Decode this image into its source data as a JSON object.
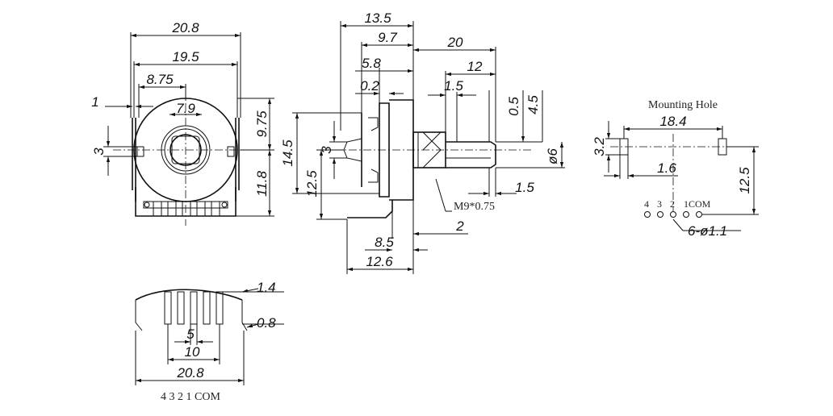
{
  "front_view": {
    "dims": {
      "width_overall": "20.8",
      "width_mount": "19.5",
      "offset_left": "8.75",
      "shaft_flat": "7.9",
      "tab_offset": "1",
      "tab_height": "3",
      "top_height": "9.75",
      "bottom_height": "11.8"
    }
  },
  "side_view": {
    "dims": {
      "d13_5": "13.5",
      "d9_7": "9.7",
      "d5_8": "5.8",
      "d0_2": "0.2",
      "d20": "20",
      "d12": "12",
      "d1_5_top": "1.5",
      "d0_5": "0.5",
      "d4_5": "4.5",
      "d14_5": "14.5",
      "d3": "3",
      "d12_5": "12.5",
      "d6": "ø6",
      "d1_5_bottom": "1.5",
      "thread": "M9*0.75",
      "d2": "2",
      "d8_5": "8.5",
      "d12_6": "12.6"
    }
  },
  "mounting_hole": {
    "title": "Mounting Hole",
    "dims": {
      "d18_4": "18.4",
      "d3_2": "3.2",
      "d1_6": "1.6",
      "d12_5": "12.5",
      "holes": "6-ø1.1"
    },
    "pins": [
      "4",
      "3",
      "2",
      "1COM"
    ]
  },
  "bottom_view": {
    "dims": {
      "d1_4": "1.4",
      "d0_8": "0.8",
      "d5": "5",
      "d10": "10",
      "d20_8": "20.8"
    },
    "pin_label": "4 3 2 1 COM"
  }
}
